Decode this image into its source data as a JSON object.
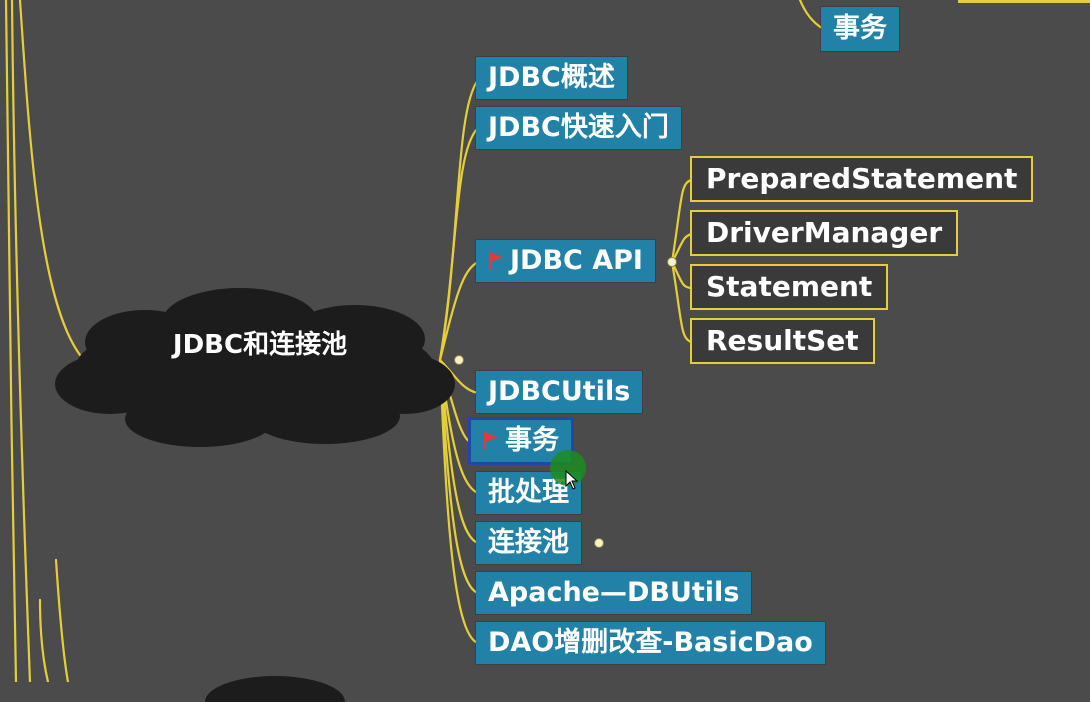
{
  "central_topic": "JDBC和连接池",
  "top_node": "事务",
  "branches": [
    {
      "label": "JDBC概述",
      "flag": false
    },
    {
      "label": "JDBC快速入门",
      "flag": false
    },
    {
      "label": "JDBC API",
      "flag": true
    },
    {
      "label": "JDBCUtils",
      "flag": false
    },
    {
      "label": "事务",
      "flag": true,
      "selected": true
    },
    {
      "label": "批处理",
      "flag": false
    },
    {
      "label": "连接池",
      "flag": false
    },
    {
      "label": "Apache—DBUtils",
      "flag": false
    },
    {
      "label": "DAO增删改查-BasicDao",
      "flag": false
    }
  ],
  "api_children": [
    "PreparedStatement",
    "DriverManager",
    "Statement",
    "ResultSet"
  ],
  "colors": {
    "background": "#4b4b4b",
    "node_fill": "#2181a7",
    "line": "#e4cf3b",
    "cloud": "#1c1c1c",
    "flag": "#e03b3b",
    "selection": "#2147a8"
  },
  "icons": [
    "flag-icon",
    "collapse-dot",
    "cursor-icon"
  ]
}
